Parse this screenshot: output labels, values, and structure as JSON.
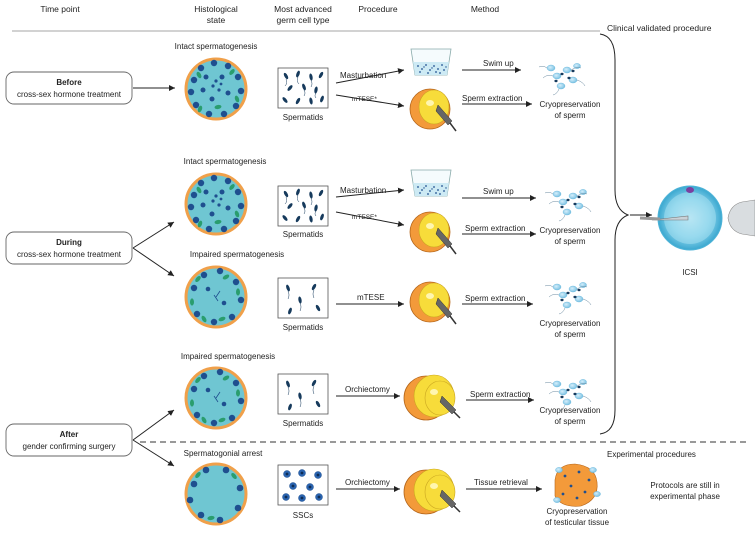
{
  "headers": {
    "time_point": "Time point",
    "histological_line1": "Histological",
    "histological_line2": "state",
    "germ_line1": "Most advanced",
    "germ_line2": "germ cell type",
    "procedure": "Procedure",
    "method": "Method",
    "clinical": "Clinical validated procedure",
    "experimental": "Experimental procedures"
  },
  "time_points": [
    {
      "title": "Before",
      "subtitle": "cross-sex hormone treatment"
    },
    {
      "title": "During",
      "subtitle": "cross-sex hormone treatment"
    },
    {
      "title": "After",
      "subtitle": "gender confirming surgery"
    }
  ],
  "rows": [
    {
      "histology": "Intact spermatogenesis",
      "cell_type": "Spermatids",
      "procedure_top": "Masturbation",
      "procedure_bottom": "mTESE*",
      "method_top": "Swim up",
      "method_bottom": "Sperm extraction",
      "result_line1": "Cryopreservation",
      "result_line2": "of sperm"
    },
    {
      "histology": "Intact spermatogenesis",
      "cell_type": "Spermatids",
      "procedure_top": "Masturbation",
      "procedure_bottom": "mTESE*",
      "method_top": "Swim up",
      "method_bottom": "Sperm extraction",
      "result_line1": "Cryopreservation",
      "result_line2": "of sperm"
    },
    {
      "histology": "Impaired spermatogenesis",
      "cell_type": "Spermatids",
      "procedure": "mTESE",
      "method": "Sperm extraction",
      "result_line1": "Cryopreservation",
      "result_line2": "of sperm"
    },
    {
      "histology": "Impaired spermatogenesis",
      "cell_type": "Spermatids",
      "procedure": "Orchiectomy",
      "method": "Sperm extraction",
      "result_line1": "Cryopreservation",
      "result_line2": "of sperm"
    },
    {
      "histology": "Spermatogonial arrest",
      "cell_type": "SSCs",
      "procedure": "Orchiectomy",
      "method": "Tissue retrieval",
      "result_line1": "Cryopreservation",
      "result_line2": "of testicular tissue"
    }
  ],
  "icsi_label": "ICSI",
  "experimental_note_line1": "Protocols are still in",
  "experimental_note_line2": "experimental phase",
  "colors": {
    "tubule_fill": "#6fc6d2",
    "tubule_ring": "#f0a04a",
    "cell_blue": "#1f4f8f",
    "cell_green": "#2a9d6e",
    "testis_orange": "#f39a3a",
    "testis_yellow": "#f7dc3a",
    "sperm_light": "#9fd6ec",
    "sperm_dark": "#163a5c",
    "egg_fill": "#7fd2ec"
  }
}
